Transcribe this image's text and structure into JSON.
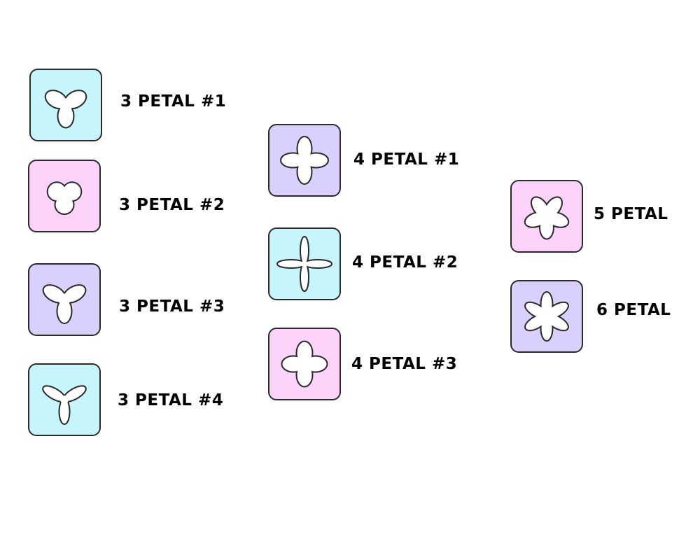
{
  "colors": {
    "cyan": "#c6f5fc",
    "pink": "#fdd2fb",
    "lavender": "#d9d0fd",
    "outline": "#2a2a2a"
  },
  "items": [
    {
      "label": "3 PETAL #1",
      "color": "cyan",
      "petals": 3,
      "length": 0.55,
      "width": 0.42,
      "rot": 180
    },
    {
      "label": "3 PETAL #2",
      "color": "pink",
      "petals": 3,
      "length": 0.42,
      "width": 0.5,
      "rot": 180
    },
    {
      "label": "3 PETAL #3",
      "color": "lavender",
      "petals": 3,
      "length": 0.58,
      "width": 0.38,
      "rot": 180
    },
    {
      "label": "3 PETAL #4",
      "color": "cyan",
      "petals": 3,
      "length": 0.6,
      "width": 0.26,
      "rot": 180
    },
    {
      "label": "4 PETAL #1",
      "color": "lavender",
      "petals": 4,
      "length": 0.58,
      "width": 0.38,
      "rot": 0
    },
    {
      "label": "4 PETAL #2",
      "color": "cyan",
      "petals": 4,
      "length": 0.68,
      "width": 0.2,
      "rot": 0
    },
    {
      "label": "4 PETAL #3",
      "color": "pink",
      "petals": 4,
      "length": 0.55,
      "width": 0.42,
      "rot": 0
    },
    {
      "label": "5 PETAL",
      "color": "pink",
      "petals": 5,
      "length": 0.55,
      "width": 0.36,
      "rot": 180
    },
    {
      "label": "6 PETAL",
      "color": "lavender",
      "petals": 6,
      "length": 0.6,
      "width": 0.3,
      "rot": 0
    }
  ]
}
